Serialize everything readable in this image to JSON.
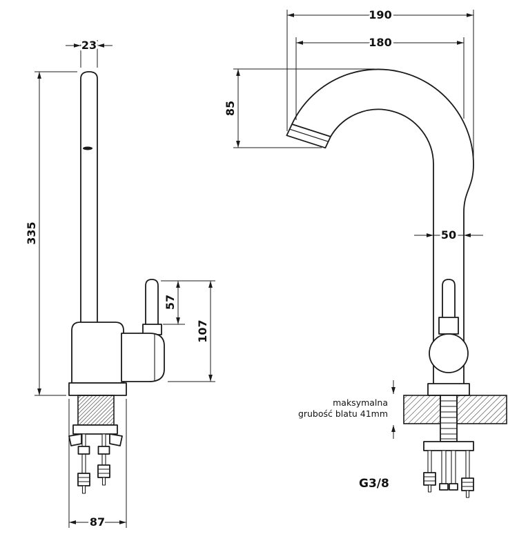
{
  "colors": {
    "background": "#ffffff",
    "line": "#1a1a1a"
  },
  "side_view": {
    "dims": {
      "spout_width": "23",
      "total_height": "335",
      "lever_height": "57",
      "handle_assembly_height": "107",
      "base_depth": "87"
    }
  },
  "front_view": {
    "dims": {
      "spout_reach_outer": "190",
      "spout_reach_inner": "180",
      "spout_drop_height": "85",
      "body_width": "50"
    },
    "counter_note": {
      "line1": "maksymalna",
      "line2": "grubość blatu 41mm"
    },
    "thread_label": "G3/8"
  }
}
